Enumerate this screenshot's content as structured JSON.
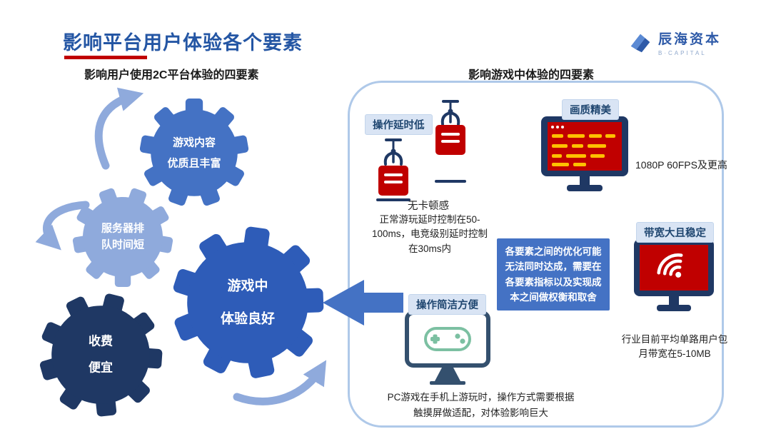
{
  "header": {
    "title": "影响平台用户体验各个要素",
    "logo": {
      "name": "辰海资本",
      "sub": "B·CAPITAL"
    }
  },
  "sections": {
    "left_title": "影响用户使用2C平台体验的四要素",
    "right_title": "影响游戏中体验的四要素"
  },
  "platform_factors": {
    "gear_content": {
      "line1": "游戏内容",
      "line2": "优质且丰富"
    },
    "gear_server": {
      "line1": "服务器排",
      "line2": "队时间短"
    },
    "gear_fee": {
      "line1": "收费",
      "line2": "便宜"
    },
    "gear_center": {
      "line1": "游戏中",
      "line2": "体验良好"
    }
  },
  "game_factors": {
    "latency": {
      "badge": "操作延时低",
      "subtitle": "无卡顿感",
      "desc": "正常游玩延时控制在50-100ms，电竞级别延时控制在30ms内"
    },
    "quality": {
      "badge": "画质精美",
      "desc": "1080P 60FPS及更高"
    },
    "bandwidth": {
      "badge": "带宽大且稳定",
      "desc": "行业目前平均单路用户包月带宽在5-10MB"
    },
    "operation": {
      "badge": "操作简洁方便",
      "desc": "PC游戏在手机上游玩时，操作方式需要根据触摸屏做适配，对体验影响巨大"
    },
    "tradeoff": "各要素之间的优化可能无法同时达成，需要在各要素指标以及实现成本之间做权衡和取舍"
  },
  "colors": {
    "title_blue": "#2456A4",
    "underline_red": "#C00000",
    "gear_blue": "#4472C4",
    "gear_center_blue": "#2E5CB8",
    "gear_light_blue": "#8FAADC",
    "gear_navy": "#1F3864",
    "panel_border": "#AFC9E9",
    "badge_bg": "#D9E4F4",
    "badge_text": "#1F4670",
    "tradeoff_bg": "#4472C4",
    "screen_red": "#C00000",
    "dash_yellow": "#FFC000",
    "gamepad_teal": "#7CC0A2"
  }
}
